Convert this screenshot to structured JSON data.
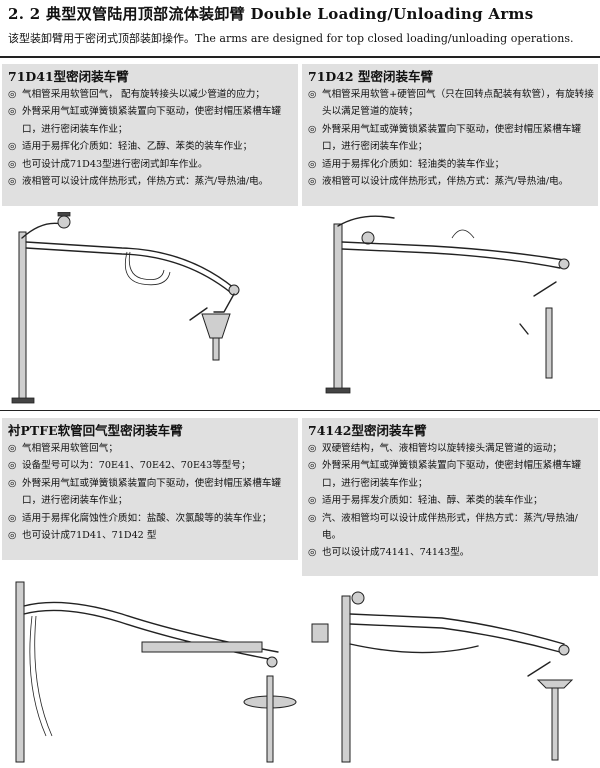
{
  "heading": {
    "title": "2. 2 典型双管陆用顶部流体装卸臂 Double Loading/Unloading Arms",
    "subtitle": "该型装卸臂用于密闭式顶部装卸操作。The arms are designed for top closed loading/unloading operations."
  },
  "panels": [
    {
      "title": "71D41型密闭装车臂",
      "items": [
        "气相管采用软管回气， 配有旋转接头以减少管道的应力；",
        "外臂采用气缸或弹簧锁紧装置向下驱动，使密封帽压紧槽车罐口，进行密闭装车作业；",
        "适用于易挥化介质如：轻油、乙醇、苯类的装车作业；",
        "也可设计成71D43型进行密闭式卸车作业。",
        "液相管可以设计成伴热形式，伴热方式：蒸汽/导热油/电。"
      ]
    },
    {
      "title": "71D42 型密闭装车臂",
      "items": [
        "气相管采用软管+硬管回气（只在回转点配装有软管），有旋转接头以满足管道的旋转；",
        "外臂采用气缸或弹簧锁紧装置向下驱动，使密封帽压紧槽车罐口，进行密闭装车作业；",
        "适用于易挥化介质如：轻油类的装车作业；",
        "液相管可以设计成伴热形式，伴热方式：蒸汽/导热油/电。"
      ]
    },
    {
      "title": "衬PTFE软管回气型密闭装车臂",
      "items": [
        "气相管采用软管回气；",
        "设备型号可以为：70E41、70E42、70E43等型号；",
        "外臂采用气缸或弹簧锁紧装置向下驱动，使密封帽压紧槽车罐口，进行密闭装车作业；",
        "适用于易挥化腐蚀性介质如：盐酸、次氯酸等的装车作业；",
        "也可设计成71D41、71D42 型"
      ]
    },
    {
      "title": "74142型密闭装车臂",
      "items": [
        "双硬管结构，气、液相管均以旋转接头满足管道的运动；",
        "外臂采用气缸或弹簧锁紧装置向下驱动，使密封帽压紧槽车罐口，进行密闭装车作业；",
        "适用于易挥发介质如：轻油、醇、苯类的装车作业；",
        "汽、液相管均可以设计成伴热形式，伴热方式：蒸汽/导热油/电。",
        "也可以设计成74141、74143型。"
      ]
    }
  ]
}
